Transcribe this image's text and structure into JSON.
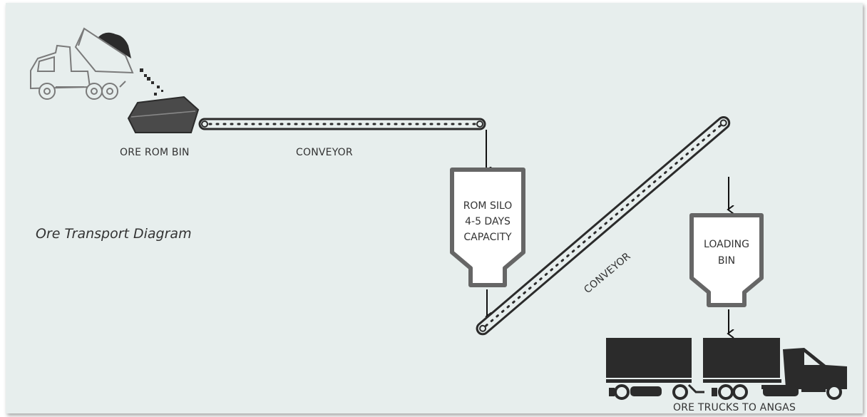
{
  "diagram": {
    "title": "Ore Transport Diagram",
    "labels": {
      "rom_bin": "ORE ROM BIN",
      "conveyor_top": "CONVEYOR",
      "conveyor_incline": "CONVEYOR",
      "loading_bin_line1": "LOADING",
      "loading_bin_line2": "BIN",
      "trucks": "ORE TRUCKS TO ANGAS"
    },
    "rom_silo": {
      "line1": "ROM SILO",
      "line2": "4-5 DAYS",
      "line3": "CAPACITY"
    },
    "colors": {
      "background": "#e7eeed",
      "equipment": "#2b2b2b",
      "silo_outline": "#666666",
      "silo_fill": "#ffffff",
      "tipper_outline": "#777777"
    },
    "icons": [
      "dump-truck-icon",
      "ore-bin-icon",
      "conveyor-belt-icon",
      "silo-icon",
      "road-train-icon"
    ]
  }
}
